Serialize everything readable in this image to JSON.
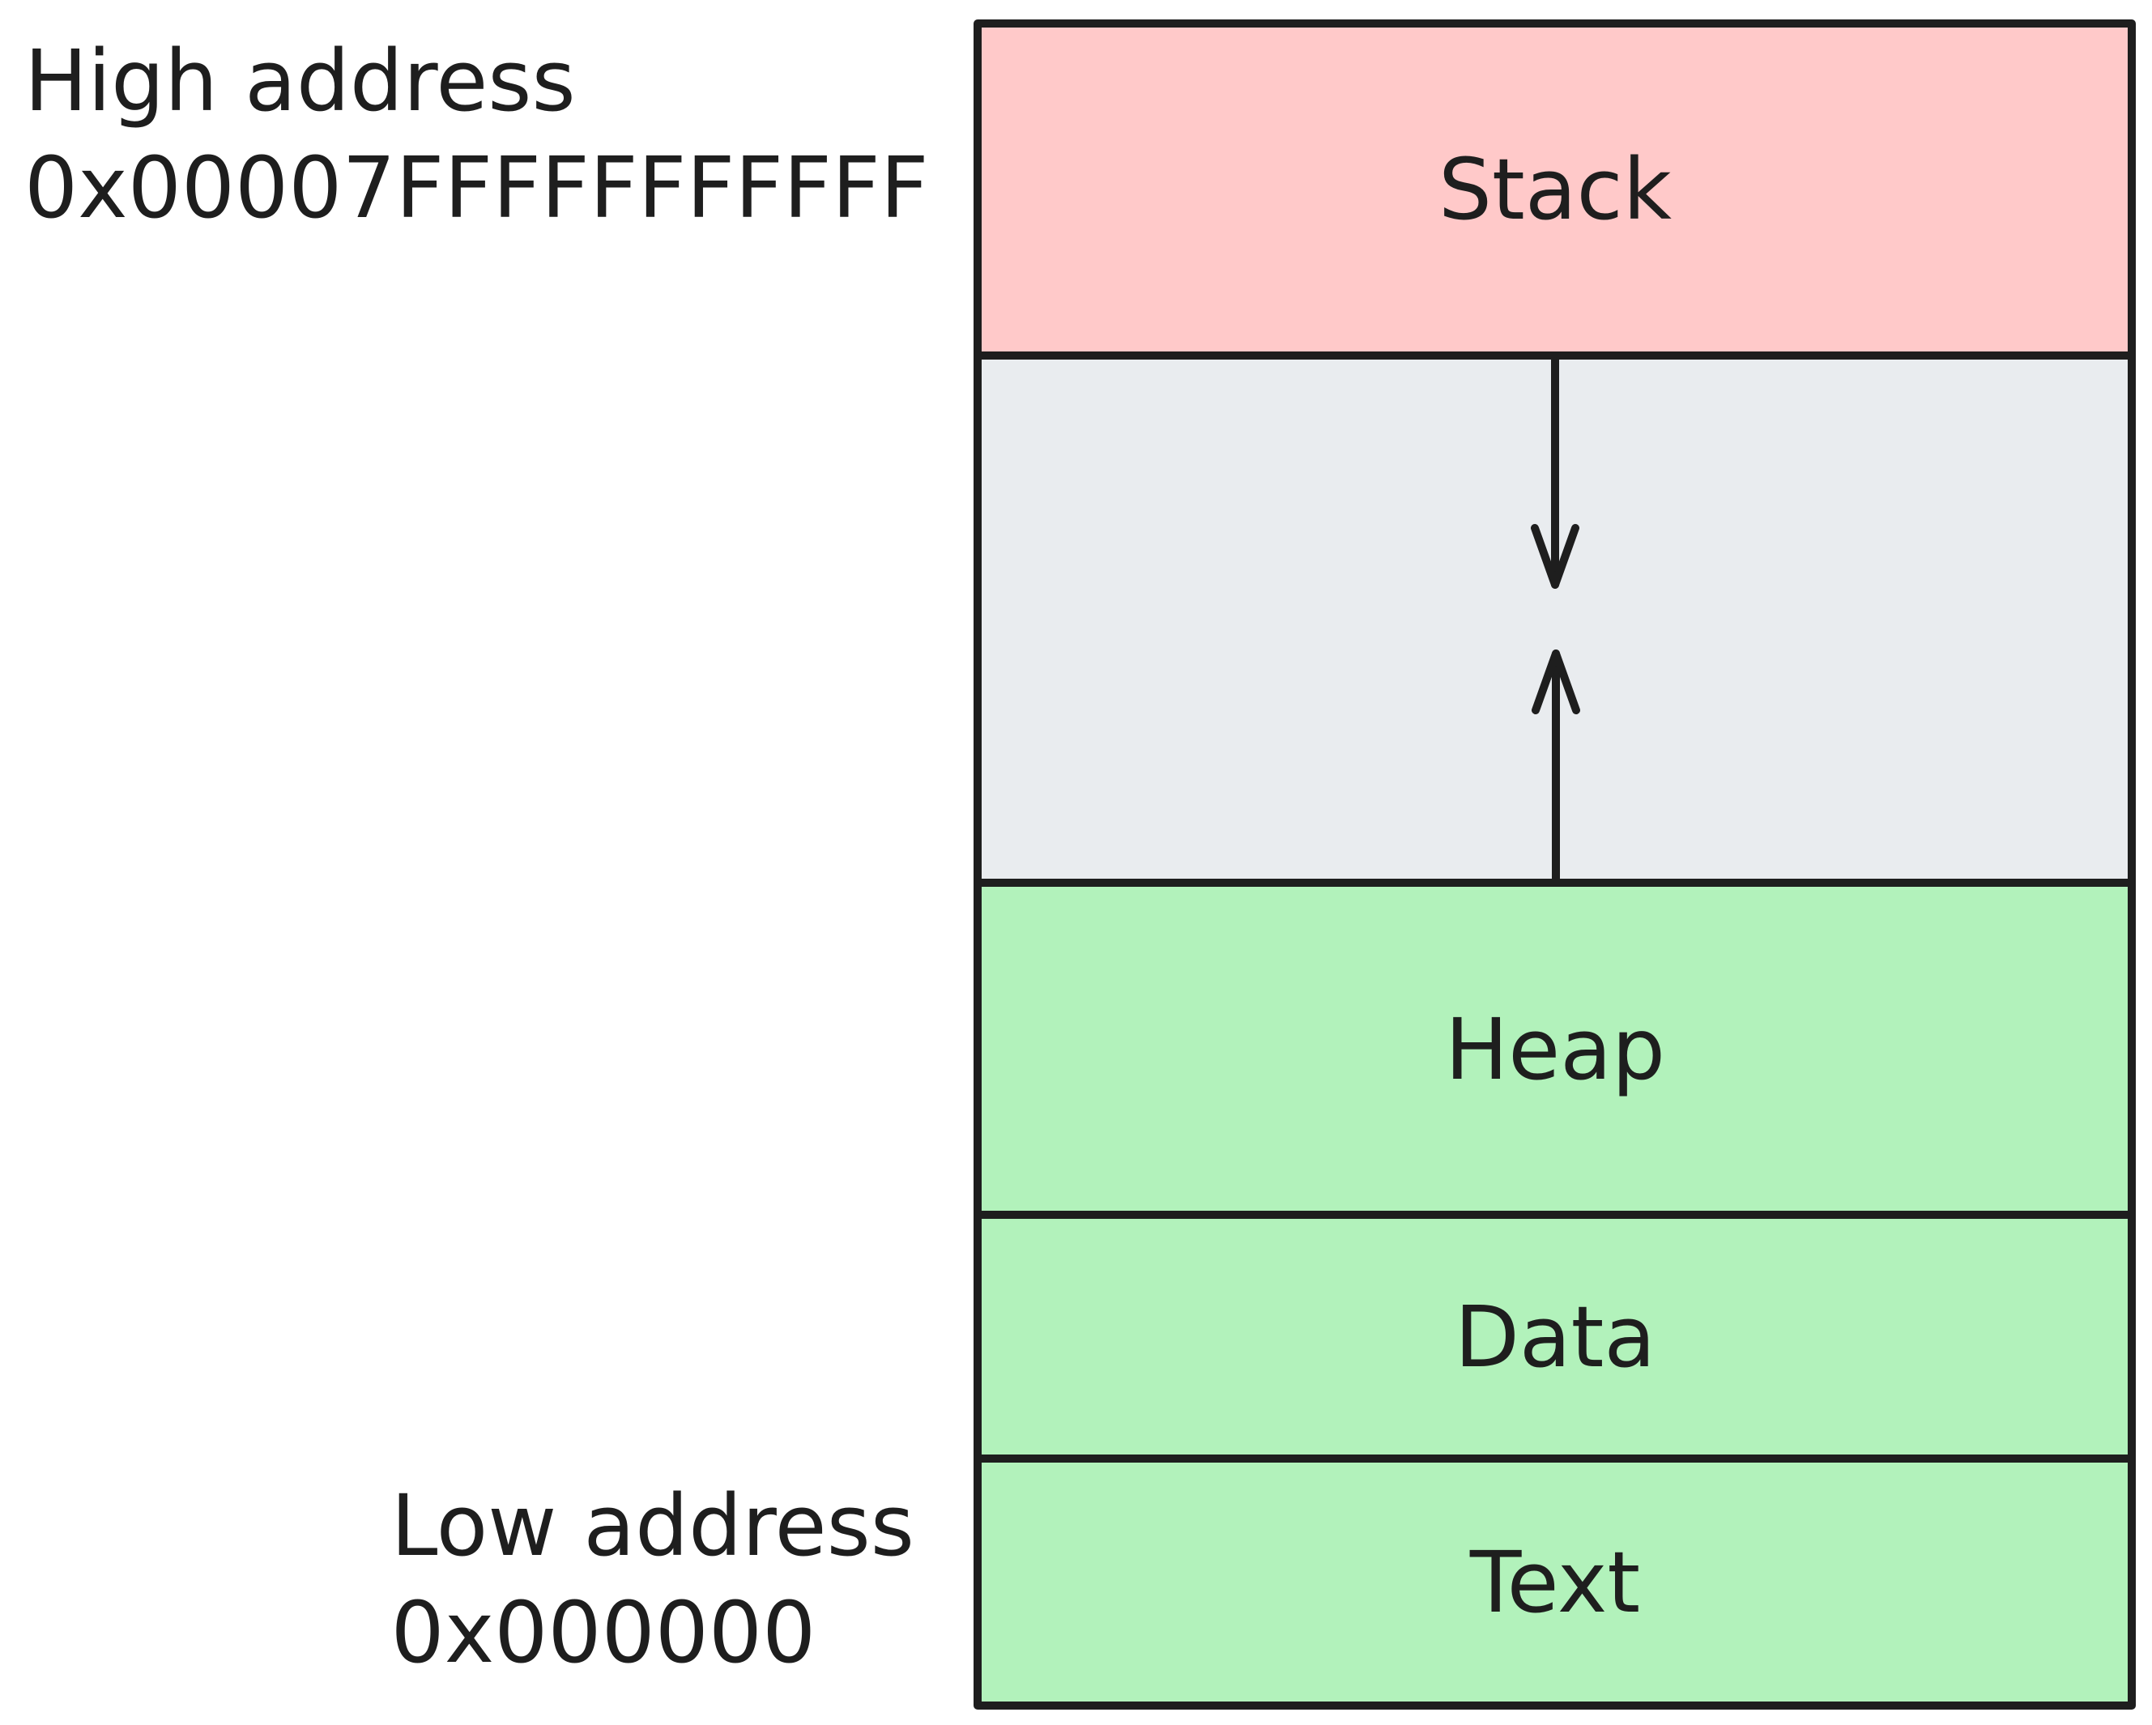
{
  "labels": {
    "high_title": "High address",
    "high_value": "0x00007FFFFFFFFFFF",
    "low_title": "Low address",
    "low_value": "0x000000"
  },
  "regions": [
    {
      "key": "stack",
      "label": "Stack",
      "fill": "#ffc9c9"
    },
    {
      "key": "free",
      "label": "",
      "fill": "#e9ecef"
    },
    {
      "key": "heap",
      "label": "Heap",
      "fill": "#b2f2bb"
    },
    {
      "key": "data",
      "label": "Data",
      "fill": "#b2f2bb"
    },
    {
      "key": "text",
      "label": "Text",
      "fill": "#b2f2bb"
    }
  ],
  "arrows": [
    {
      "key": "stack-growth",
      "direction": "down"
    },
    {
      "key": "heap-growth",
      "direction": "up"
    }
  ],
  "colors": {
    "stroke": "#1e1e1e",
    "stack": "#ffc9c9",
    "free": "#e9ecef",
    "segments": "#b2f2bb"
  }
}
